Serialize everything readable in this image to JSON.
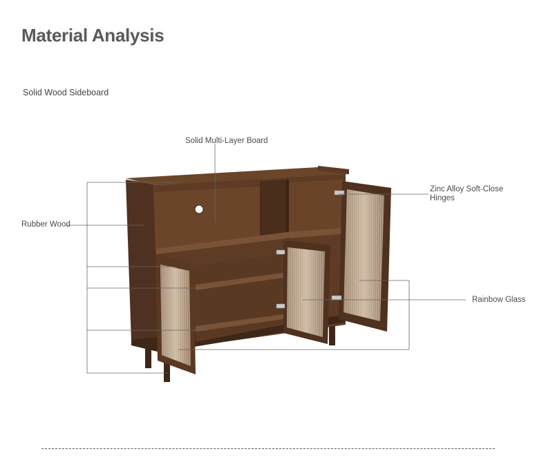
{
  "header": {
    "title": "Material Analysis"
  },
  "product": {
    "name": "Solid Wood Sideboard"
  },
  "callouts": {
    "top_board": "Solid Multi-Layer Board",
    "frame": "Rubber Wood",
    "hinges": "Zinc Alloy Soft-Close Hinges",
    "glass": "Rainbow Glass"
  },
  "colors": {
    "wood_dark": "#3e2718",
    "wood_mid": "#5a3a25",
    "wood_light": "#7a5236",
    "glass": "#b7a38d",
    "leader_line": "#666666",
    "title": "#5a5a5a"
  }
}
